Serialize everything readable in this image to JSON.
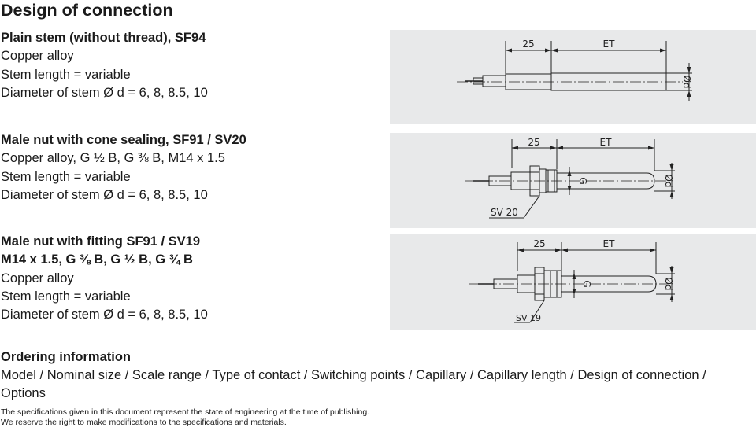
{
  "title": "Design of connection",
  "sections": [
    {
      "heading": "Plain stem (without thread), SF94",
      "lines": [
        "Copper alloy",
        "Stem length = variable",
        "Diameter of stem Ø d = 6, 8, 8.5, 10"
      ],
      "drawing": {
        "dim_25": "25",
        "dim_et": "ET",
        "dim_d": "Ød"
      }
    },
    {
      "heading": "Male nut with cone sealing, SF91 / SV20",
      "lines": [
        "Copper alloy, G ½ B, G ⅜ B, M14 x 1.5",
        "Stem length = variable",
        "Diameter of stem Ø d = 6, 8, 8.5, 10"
      ],
      "drawing": {
        "dim_25": "25",
        "dim_et": "ET",
        "dim_d": "Ød",
        "dim_g": "G",
        "callout": "SV 20"
      }
    },
    {
      "heading": "Male nut with fitting SF91 / SV19",
      "heading2": "M14 x 1.5, G ⅜ B, G ½ B, G ¾ B",
      "lines": [
        "Copper alloy",
        "Stem length = variable",
        "Diameter of stem Ø d = 6, 8, 8.5, 10"
      ],
      "drawing": {
        "dim_25": "25",
        "dim_et": "ET",
        "dim_d": "Ød",
        "dim_g": "G",
        "callout": "SV 19"
      }
    }
  ],
  "ordering": {
    "heading": "Ordering information",
    "text": "Model / Nominal size / Scale range / Type of contact / Switching points / Capillary / Capillary length / Design of connection / Options"
  },
  "footer": {
    "line1": "The specifications given in this document represent the state of engineering at the time of publishing.",
    "line2": "We reserve the right to make modifications to the specifications and materials."
  }
}
